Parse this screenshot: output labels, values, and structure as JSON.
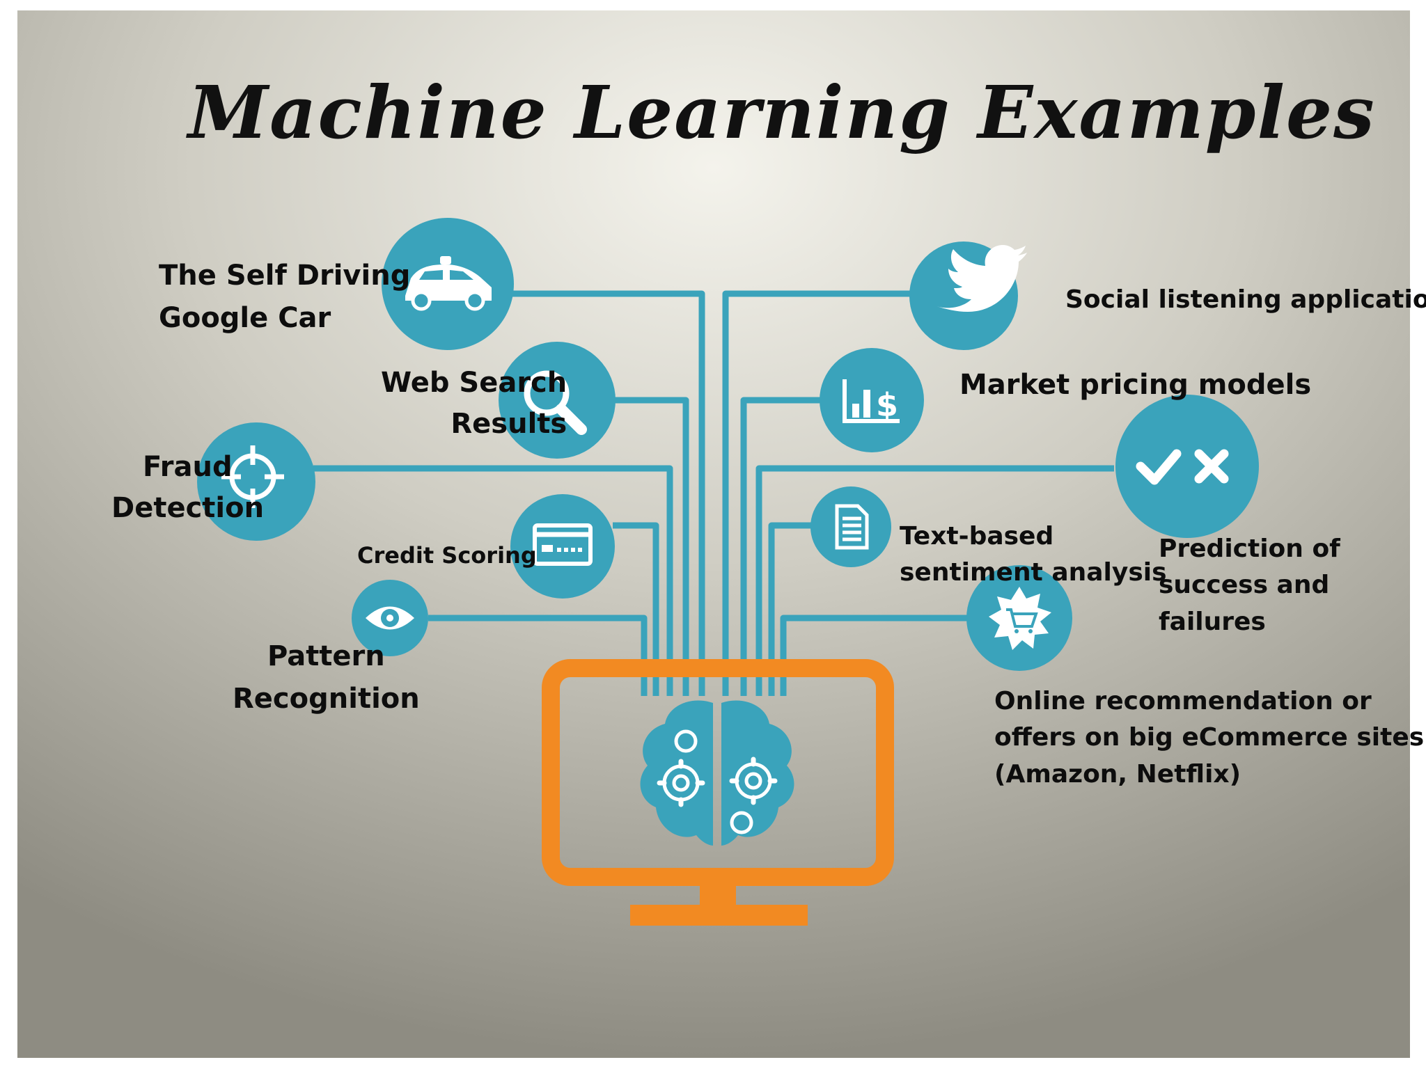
{
  "title": "Machine Learning Examples",
  "colors": {
    "circle": "#3aa3bb",
    "line": "#3aa3bb",
    "monitor": "#f28a22",
    "background_center": "#f2f1ea",
    "background_edge": "#8f8d83",
    "text": "#0d0d0d"
  },
  "items": {
    "self_driving": {
      "lines": [
        "The  Self  Driving",
        "Google Car"
      ],
      "icon": "car-icon"
    },
    "web_search": {
      "lines": [
        "Web Search",
        "Results"
      ],
      "icon": "magnifier-icon"
    },
    "fraud": {
      "lines": [
        "Fraud",
        "Detection"
      ],
      "icon": "crosshair-icon"
    },
    "credit": {
      "lines": [
        "Credit Scoring"
      ],
      "icon": "credit-card-icon"
    },
    "pattern": {
      "lines": [
        "Pattern",
        "Recognition"
      ],
      "icon": "eye-icon"
    },
    "social": {
      "lines": [
        "Social listening applications"
      ],
      "icon": "twitter-bird-icon"
    },
    "market": {
      "lines": [
        "Market pricing models"
      ],
      "icon": "bar-chart-dollar-icon"
    },
    "prediction": {
      "lines": [
        "Prediction of",
        "success and",
        "failures"
      ],
      "icon": "check-cross-icon"
    },
    "sentiment": {
      "lines": [
        "Text-based",
        "sentiment analysis"
      ],
      "icon": "document-icon"
    },
    "online": {
      "lines": [
        "Online recommendation or",
        "offers on big eCommerce sites",
        "(Amazon, Netflix)"
      ],
      "icon": "shopping-cart-badge-icon"
    }
  },
  "center": {
    "icon": "monitor-brain-gears-icon"
  }
}
